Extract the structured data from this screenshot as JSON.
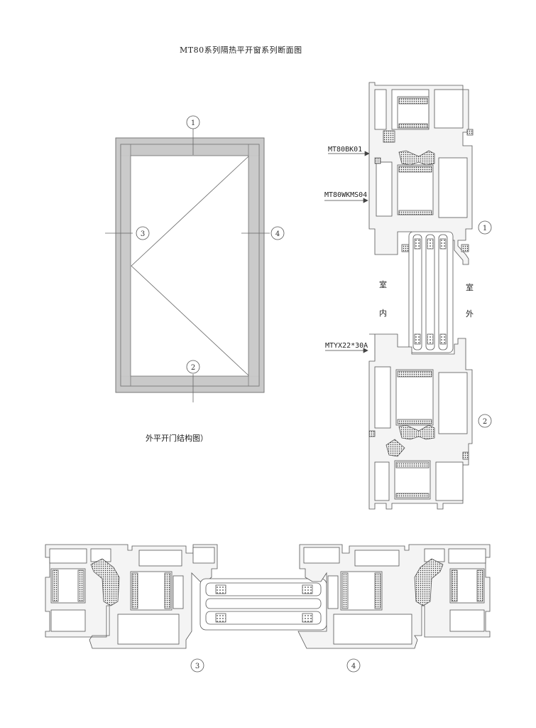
{
  "title": "MT80系列隔热平开窗系列断面图",
  "caption": "外平开门结构图）",
  "labels": {
    "part_bk": "MT80BK01",
    "part_wkms": "MT80WKMS04",
    "part_tyx": "MTYX22*30A"
  },
  "side_labels": {
    "indoor_1": "室",
    "indoor_2": "内",
    "outdoor_1": "室",
    "outdoor_2": "外"
  },
  "callouts": {
    "c1": "1",
    "c2": "2",
    "c3": "3",
    "c4": "4",
    "sec1": "1",
    "sec2": "2",
    "sec3": "3",
    "sec4": "4"
  }
}
